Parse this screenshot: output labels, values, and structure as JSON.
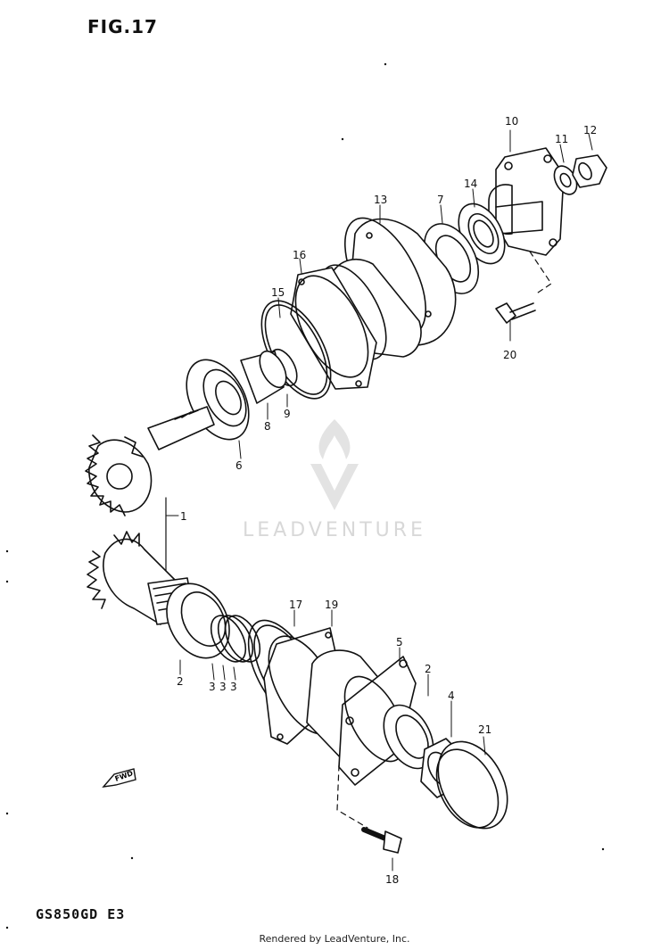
{
  "title": "FIG.17",
  "model_code": "GS850GD  E3",
  "footer": "Rendered by LeadVenture, Inc.",
  "watermark": "LEADVENTURE",
  "fwd_label": "FWD",
  "callouts": [
    "10",
    "11",
    "12",
    "13",
    "14",
    "7",
    "16",
    "15",
    "20",
    "8",
    "9",
    "6",
    "1",
    "2",
    "3",
    "3",
    "3",
    "17",
    "19",
    "5",
    "2",
    "4",
    "21",
    "18"
  ],
  "colors": {
    "ink": "#111111",
    "watermark": "#d8d8d8",
    "background": "#ffffff"
  }
}
